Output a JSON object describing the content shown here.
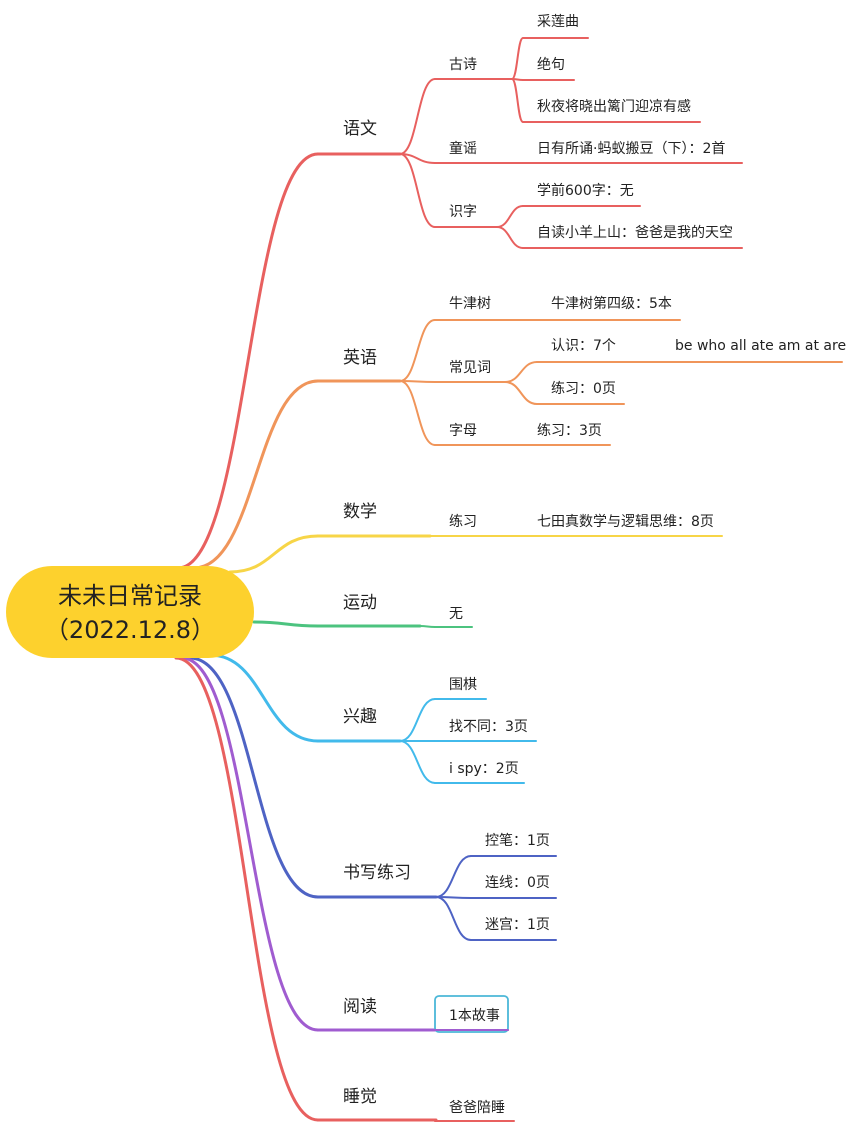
{
  "root": {
    "line1": "未未日常记录",
    "line2": "（2022.12.8）",
    "color": "#FDD12D"
  },
  "branches": [
    {
      "label": "语文",
      "color": "#E8605F",
      "children": [
        {
          "label": "古诗",
          "children": [
            {
              "label": "采莲曲"
            },
            {
              "label": "绝句"
            },
            {
              "label": "秋夜将晓出篱门迎凉有感"
            }
          ]
        },
        {
          "label": "童谣",
          "children": [
            {
              "label": "日有所诵·蚂蚁搬豆（下）：2首"
            }
          ]
        },
        {
          "label": "识字",
          "children": [
            {
              "label": "学前600字：无"
            },
            {
              "label": "自读小羊上山：爸爸是我的天空"
            }
          ]
        }
      ]
    },
    {
      "label": "英语",
      "color": "#F0955A",
      "children": [
        {
          "label": "牛津树",
          "children": [
            {
              "label": "牛津树第四级：5本"
            }
          ]
        },
        {
          "label": "常见词",
          "children": [
            {
              "label": "认识：7个",
              "children": [
                {
                  "label": "be who all ate am at are"
                }
              ]
            },
            {
              "label": "练习：0页"
            }
          ]
        },
        {
          "label": "字母",
          "children": [
            {
              "label": "练习：3页"
            }
          ]
        }
      ]
    },
    {
      "label": "数学",
      "color": "#F7D547",
      "children": [
        {
          "label": "练习",
          "children": [
            {
              "label": "七田真数学与逻辑思维：8页"
            }
          ]
        }
      ]
    },
    {
      "label": "运动",
      "color": "#4CC37F",
      "children": [
        {
          "label": "无"
        }
      ]
    },
    {
      "label": "兴趣",
      "color": "#42BAEB",
      "children": [
        {
          "label": "围棋"
        },
        {
          "label": "找不同：3页"
        },
        {
          "label": "i spy：2页"
        }
      ]
    },
    {
      "label": "书写练习",
      "color": "#4E63C4",
      "children": [
        {
          "label": "控笔：1页"
        },
        {
          "label": "连线：0页"
        },
        {
          "label": "迷宫：1页"
        }
      ]
    },
    {
      "label": "阅读",
      "color": "#A05CD0",
      "children": [
        {
          "label": "1本故事",
          "boxed": true,
          "box_color": "#4BB7D8"
        }
      ]
    },
    {
      "label": "睡觉",
      "color": "#E8605F",
      "children": [
        {
          "label": "爸爸陪睡"
        }
      ]
    }
  ]
}
